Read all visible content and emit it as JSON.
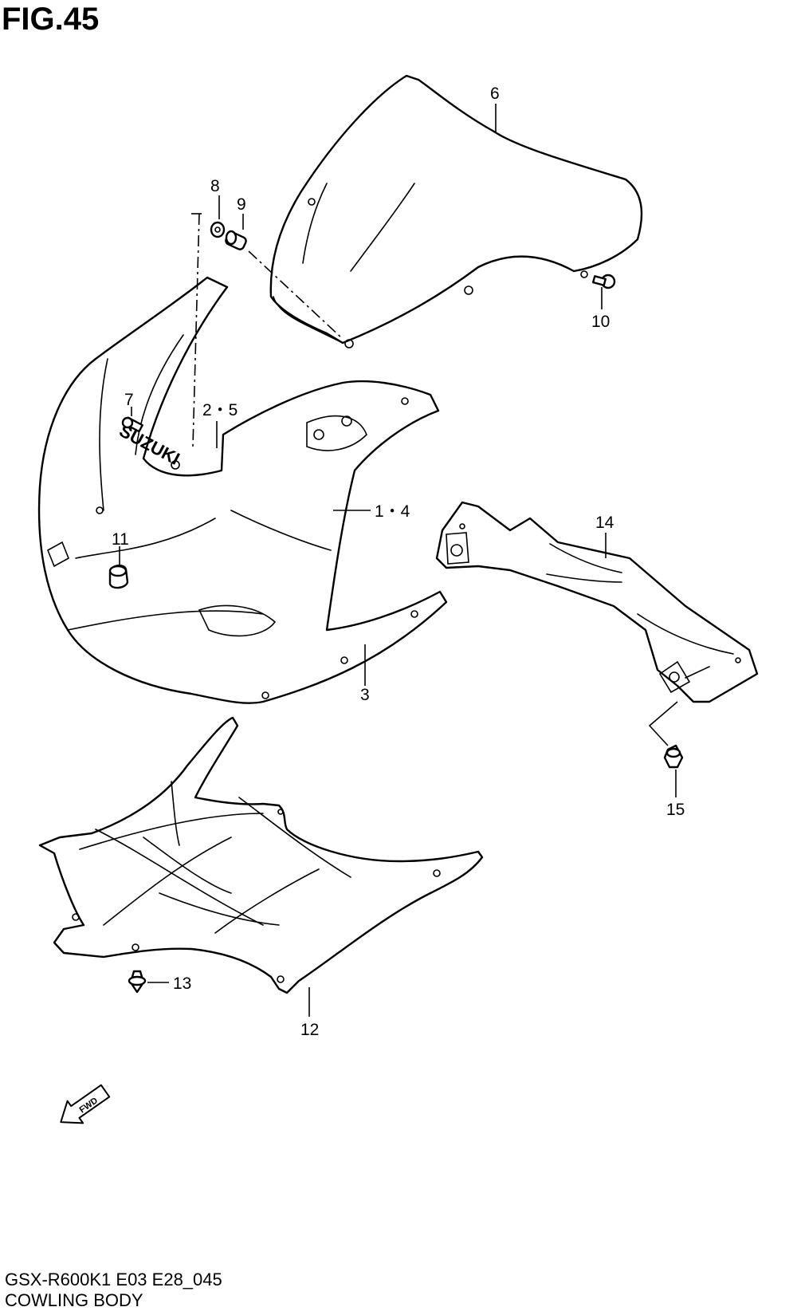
{
  "figure": {
    "title": "FIG.45",
    "model_code": "GSX-R600K1 E03 E28_045",
    "name": "COWLING BODY"
  },
  "callouts": [
    {
      "id": "1-4",
      "label": "1・4"
    },
    {
      "id": "2-5",
      "label": "2・5"
    },
    {
      "id": "3",
      "label": "3"
    },
    {
      "id": "6",
      "label": "6"
    },
    {
      "id": "7",
      "label": "7"
    },
    {
      "id": "8",
      "label": "8"
    },
    {
      "id": "9",
      "label": "9"
    },
    {
      "id": "10",
      "label": "10"
    },
    {
      "id": "11",
      "label": "11"
    },
    {
      "id": "12",
      "label": "12"
    },
    {
      "id": "13",
      "label": "13"
    },
    {
      "id": "14",
      "label": "14"
    },
    {
      "id": "15",
      "label": "15"
    }
  ],
  "markings": {
    "brand_logo": "SUZUKI",
    "direction_arrow": "FWD"
  },
  "icons": {
    "direction": "forward-arrow-icon"
  }
}
